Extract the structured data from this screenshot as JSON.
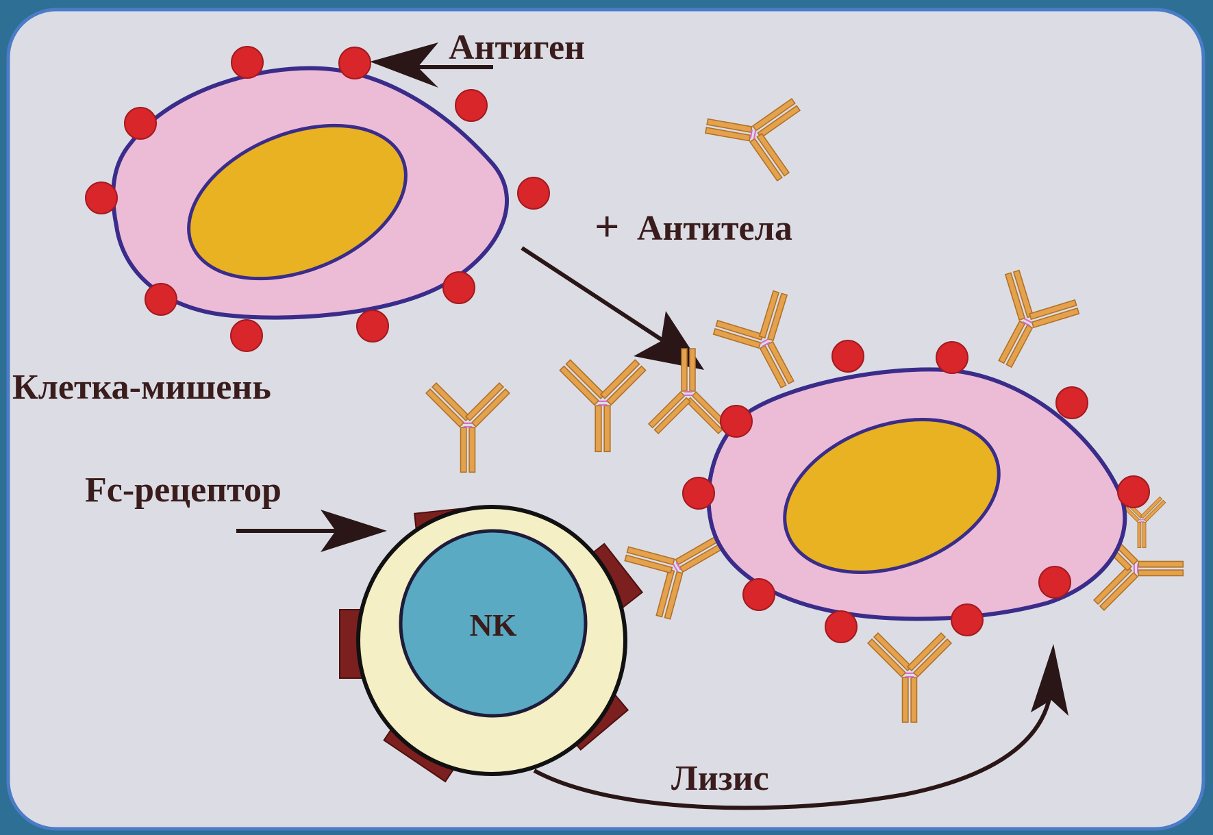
{
  "labels": {
    "antigen": "Антиген",
    "antibodies_plus": "+",
    "antibodies": "Антитела",
    "target_cell": "Клетка-мишень",
    "fc_receptor": "Fc-рецептор",
    "nk": "NK",
    "lysis": "Лизис"
  },
  "colors": {
    "frame_outer": "#2d6f95",
    "panel_bg": "#dcdde4",
    "panel_border": "#4a7cc7",
    "cell_fill": "#ecbcd6",
    "cell_outline": "#3a2c8a",
    "nucleus_fill": "#e8b222",
    "antigen_fill": "#d8262b",
    "antibody_fill": "#e3a24b",
    "antibody_stroke": "#b0702a",
    "hinge": "#d86bc4",
    "nk_cytoplasm": "#f4efc4",
    "nk_nucleus": "#5aaac3",
    "fc_receptor_fill": "#7c1f1f",
    "arrow": "#2a1616",
    "text": "#3a1c1c"
  }
}
